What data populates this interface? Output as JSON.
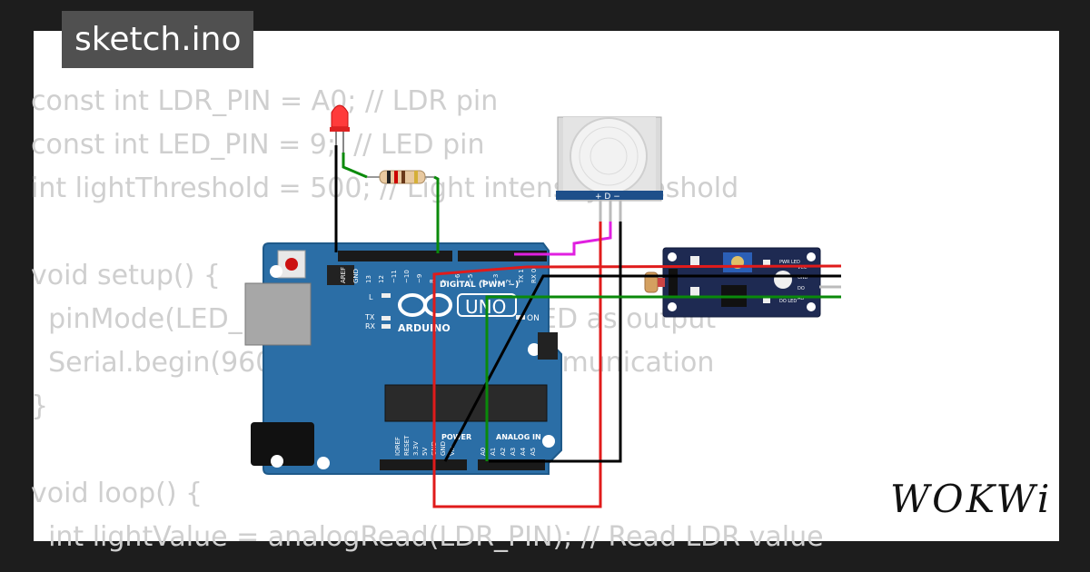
{
  "header": {
    "filename": "sketch.ino"
  },
  "code_lines": [
    "const int LDR_PIN = A0; // LDR pin",
    "const int LED_PIN = 9;  // LED pin",
    "int lightThreshold = 500; // Light intensity threshold",
    "",
    "void setup() {",
    "  pinMode(LED_PIN, OUTPUT); // Set LED as output",
    "  Serial.begin(9600); // Start serial communication",
    "}",
    "",
    "void loop() {",
    "  int lightValue = analogRead(LDR_PIN); // Read LDR value"
  ],
  "board": {
    "label_digital": "DIGITAL (PWM ~)",
    "label_uno": "UNO",
    "label_arduino": "ARDUINO",
    "label_on": "ON",
    "label_power": "POWER",
    "label_analog": "ANALOG IN",
    "label_l": "L",
    "label_tx": "TX",
    "label_rx": "RX",
    "power_pins": [
      "IOREF",
      "RESET",
      "3.3V",
      "5V",
      "GND",
      "GND",
      "Vin"
    ],
    "analog_pins": [
      "A0",
      "A1",
      "A2",
      "A3",
      "A4",
      "A5"
    ],
    "digital_pins": [
      "AREF",
      "GND",
      "13",
      "12",
      "~11",
      "~10",
      "~9",
      "8",
      "7",
      "~6",
      "~5",
      "4",
      "~3",
      "2",
      "TX 1",
      "RX 0"
    ]
  },
  "pir": {
    "pin_labels": "+ D −"
  },
  "ldr_module": {
    "label_pwr": "PWR LED",
    "label_do": "DO LED",
    "pin_labels": [
      "VCC",
      "GND",
      "DO",
      "AO"
    ]
  },
  "brand": {
    "logo": "WOKWi"
  },
  "colors": {
    "wire_red": "#e01b1b",
    "wire_black": "#000000",
    "wire_green": "#0a8a0a",
    "wire_magenta": "#e020e0",
    "board_blue": "#2b6ea6",
    "module_blue": "#1e2a52"
  }
}
